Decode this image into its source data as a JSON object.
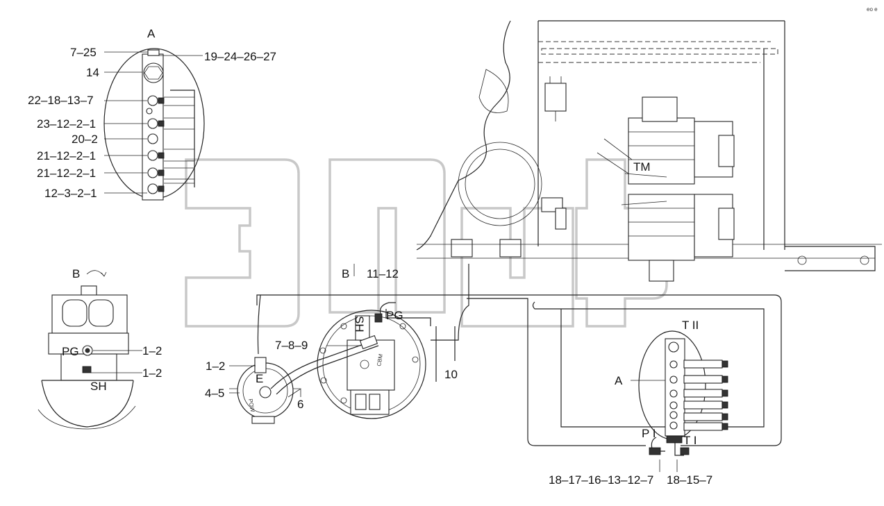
{
  "view_a_top": {
    "title": "A",
    "labels": [
      "7–25",
      "14",
      "22–18–13–7",
      "23–12–2–1",
      "20–2",
      "21–12–2–1",
      "21–12–2–1",
      "12–3–2–1"
    ],
    "right_label": "19–24–26–27"
  },
  "view_b": {
    "title": "B",
    "pg": "PG",
    "sh": "SH",
    "label_pg": "1–2",
    "label_sh": "1–2"
  },
  "center": {
    "b_mark": "B",
    "label_11_12": "11–12",
    "pg": "PG",
    "sh": "SH",
    "label_789": "7–8–9",
    "label_10": "10",
    "label_6": "6",
    "label_12": "1–2",
    "label_45": "4–5",
    "e_mark": "E"
  },
  "engine": {
    "tm": "TM"
  },
  "view_a_bottom": {
    "a_mark": "A",
    "t2": "T II",
    "p1": "P I",
    "t1": "T I",
    "bottom_left": "18–17–16–13–12–7",
    "bottom_right": "18–15–7"
  },
  "corner_mark": "eo e"
}
